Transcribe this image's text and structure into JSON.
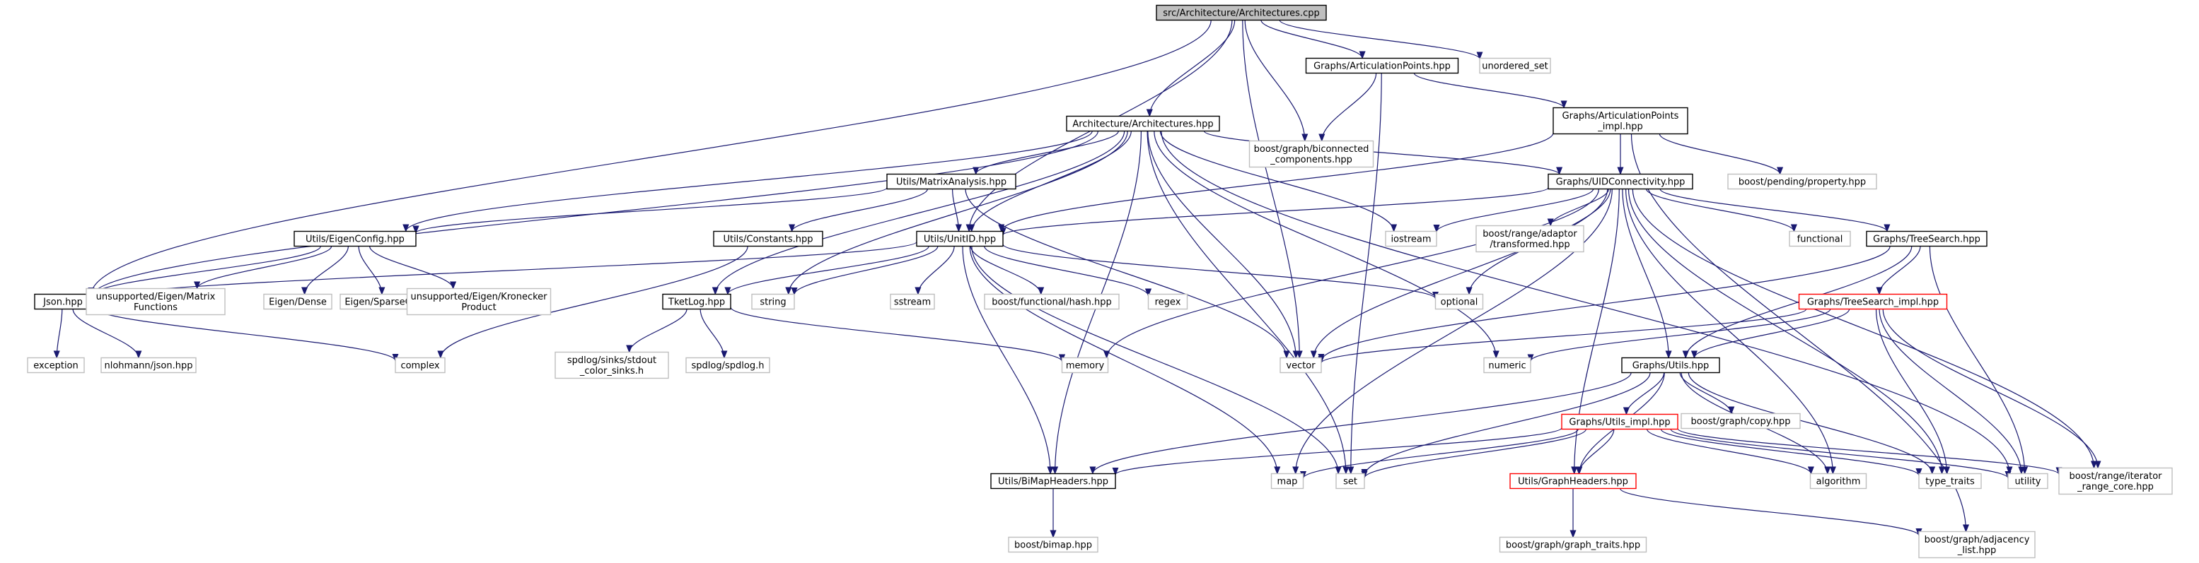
{
  "colors": {
    "edge": "#191970",
    "root_fill": "#bfbfbf",
    "root_border": "#000000",
    "documented_border": "#000000",
    "system_border": "#bfbfbf",
    "truncated_border": "#ff0000",
    "node_fill": "#ffffff",
    "text": "#000000"
  },
  "nodes": [
    {
      "id": "root",
      "lines": [
        "src/Architecture/Architectures.cpp"
      ],
      "kind": "root"
    },
    {
      "id": "articulation_points",
      "lines": [
        "Graphs/ArticulationPoints.hpp"
      ],
      "kind": "documented"
    },
    {
      "id": "unordered_set",
      "lines": [
        "unordered_set"
      ],
      "kind": "system"
    },
    {
      "id": "biconnected",
      "lines": [
        "boost/graph/biconnected",
        "_components.hpp"
      ],
      "kind": "system"
    },
    {
      "id": "architectures_hpp",
      "lines": [
        "Architecture/Architectures.hpp"
      ],
      "kind": "documented"
    },
    {
      "id": "ap_impl",
      "lines": [
        "Graphs/ArticulationPoints",
        "_impl.hpp"
      ],
      "kind": "documented"
    },
    {
      "id": "pending_property",
      "lines": [
        "boost/pending/property.hpp"
      ],
      "kind": "system"
    },
    {
      "id": "matrix_analysis",
      "lines": [
        "Utils/MatrixAnalysis.hpp"
      ],
      "kind": "documented"
    },
    {
      "id": "uid_connectivity",
      "lines": [
        "Graphs/UIDConnectivity.hpp"
      ],
      "kind": "documented"
    },
    {
      "id": "eigen_config",
      "lines": [
        "Utils/EigenConfig.hpp"
      ],
      "kind": "documented"
    },
    {
      "id": "constants",
      "lines": [
        "Utils/Constants.hpp"
      ],
      "kind": "documented"
    },
    {
      "id": "unit_id",
      "lines": [
        "Utils/UnitID.hpp"
      ],
      "kind": "documented"
    },
    {
      "id": "iostream",
      "lines": [
        "iostream"
      ],
      "kind": "system"
    },
    {
      "id": "range_transformed",
      "lines": [
        "boost/range/adaptor",
        "/transformed.hpp"
      ],
      "kind": "system"
    },
    {
      "id": "functional",
      "lines": [
        "functional"
      ],
      "kind": "system"
    },
    {
      "id": "tree_search",
      "lines": [
        "Graphs/TreeSearch.hpp"
      ],
      "kind": "documented"
    },
    {
      "id": "json",
      "lines": [
        "Json.hpp"
      ],
      "kind": "documented"
    },
    {
      "id": "eigen_matrix_functions",
      "lines": [
        "unsupported/Eigen/Matrix",
        "Functions"
      ],
      "kind": "system"
    },
    {
      "id": "eigen_dense",
      "lines": [
        "Eigen/Dense"
      ],
      "kind": "system"
    },
    {
      "id": "eigen_sparse",
      "lines": [
        "Eigen/SparseCore"
      ],
      "kind": "system"
    },
    {
      "id": "eigen_kronecker",
      "lines": [
        "unsupported/Eigen/Kronecker",
        "Product"
      ],
      "kind": "system"
    },
    {
      "id": "tketlog",
      "lines": [
        "TketLog.hpp"
      ],
      "kind": "documented"
    },
    {
      "id": "string",
      "lines": [
        "string"
      ],
      "kind": "system"
    },
    {
      "id": "sstream",
      "lines": [
        "sstream"
      ],
      "kind": "system"
    },
    {
      "id": "functional_hash",
      "lines": [
        "boost/functional/hash.hpp"
      ],
      "kind": "system"
    },
    {
      "id": "regex",
      "lines": [
        "regex"
      ],
      "kind": "system"
    },
    {
      "id": "optional",
      "lines": [
        "optional"
      ],
      "kind": "system"
    },
    {
      "id": "tree_search_impl",
      "lines": [
        "Graphs/TreeSearch_impl.hpp"
      ],
      "kind": "truncated"
    },
    {
      "id": "exception",
      "lines": [
        "exception"
      ],
      "kind": "system"
    },
    {
      "id": "nlohmann_json",
      "lines": [
        "nlohmann/json.hpp"
      ],
      "kind": "system"
    },
    {
      "id": "complex",
      "lines": [
        "complex"
      ],
      "kind": "system"
    },
    {
      "id": "spdlog_sinks",
      "lines": [
        "spdlog/sinks/stdout",
        "_color_sinks.h"
      ],
      "kind": "system"
    },
    {
      "id": "spdlog",
      "lines": [
        "spdlog/spdlog.h"
      ],
      "kind": "system"
    },
    {
      "id": "memory",
      "lines": [
        "memory"
      ],
      "kind": "system"
    },
    {
      "id": "vector",
      "lines": [
        "vector"
      ],
      "kind": "system"
    },
    {
      "id": "numeric",
      "lines": [
        "numeric"
      ],
      "kind": "system"
    },
    {
      "id": "graphs_utils",
      "lines": [
        "Graphs/Utils.hpp"
      ],
      "kind": "documented"
    },
    {
      "id": "graph_copy",
      "lines": [
        "boost/graph/copy.hpp"
      ],
      "kind": "system"
    },
    {
      "id": "utils_impl",
      "lines": [
        "Graphs/Utils_impl.hpp"
      ],
      "kind": "truncated"
    },
    {
      "id": "bimap_headers",
      "lines": [
        "Utils/BiMapHeaders.hpp"
      ],
      "kind": "documented"
    },
    {
      "id": "map",
      "lines": [
        "map"
      ],
      "kind": "system"
    },
    {
      "id": "set",
      "lines": [
        "set"
      ],
      "kind": "system"
    },
    {
      "id": "graph_headers",
      "lines": [
        "Utils/GraphHeaders.hpp"
      ],
      "kind": "truncated"
    },
    {
      "id": "algorithm",
      "lines": [
        "algorithm"
      ],
      "kind": "system"
    },
    {
      "id": "type_traits",
      "lines": [
        "type_traits"
      ],
      "kind": "system"
    },
    {
      "id": "utility",
      "lines": [
        "utility"
      ],
      "kind": "system"
    },
    {
      "id": "iterator_range_core",
      "lines": [
        "boost/range/iterator",
        "_range_core.hpp"
      ],
      "kind": "system"
    },
    {
      "id": "bimap",
      "lines": [
        "boost/bimap.hpp"
      ],
      "kind": "system"
    },
    {
      "id": "graph_traits",
      "lines": [
        "boost/graph/graph_traits.hpp"
      ],
      "kind": "system"
    },
    {
      "id": "adjacency_list",
      "lines": [
        "boost/graph/adjacency",
        "_list.hpp"
      ],
      "kind": "system"
    }
  ],
  "edges": [
    [
      "root",
      "json"
    ],
    [
      "root",
      "architectures_hpp"
    ],
    [
      "root",
      "unit_id"
    ],
    [
      "root",
      "biconnected"
    ],
    [
      "root",
      "vector"
    ],
    [
      "root",
      "articulation_points"
    ],
    [
      "root",
      "unordered_set"
    ],
    [
      "articulation_points",
      "biconnected"
    ],
    [
      "articulation_points",
      "ap_impl"
    ],
    [
      "articulation_points",
      "set"
    ],
    [
      "ap_impl",
      "uid_connectivity"
    ],
    [
      "ap_impl",
      "unit_id"
    ],
    [
      "ap_impl",
      "pending_property"
    ],
    [
      "ap_impl",
      "adjacency_list"
    ],
    [
      "architectures_hpp",
      "eigen_config"
    ],
    [
      "architectures_hpp",
      "json"
    ],
    [
      "architectures_hpp",
      "matrix_analysis"
    ],
    [
      "architectures_hpp",
      "unit_id"
    ],
    [
      "architectures_hpp",
      "tketlog"
    ],
    [
      "architectures_hpp",
      "string"
    ],
    [
      "architectures_hpp",
      "bimap_headers"
    ],
    [
      "architectures_hpp",
      "uid_connectivity"
    ],
    [
      "architectures_hpp",
      "iostream"
    ],
    [
      "architectures_hpp",
      "vector"
    ],
    [
      "architectures_hpp",
      "numeric"
    ],
    [
      "architectures_hpp",
      "set"
    ],
    [
      "architectures_hpp",
      "utility"
    ],
    [
      "matrix_analysis",
      "eigen_config"
    ],
    [
      "matrix_analysis",
      "constants"
    ],
    [
      "matrix_analysis",
      "unit_id"
    ],
    [
      "matrix_analysis",
      "vector"
    ],
    [
      "constants",
      "complex"
    ],
    [
      "eigen_config",
      "json"
    ],
    [
      "eigen_config",
      "eigen_matrix_functions"
    ],
    [
      "eigen_config",
      "eigen_dense"
    ],
    [
      "eigen_config",
      "eigen_sparse"
    ],
    [
      "eigen_config",
      "eigen_kronecker"
    ],
    [
      "unit_id",
      "json"
    ],
    [
      "unit_id",
      "tketlog"
    ],
    [
      "unit_id",
      "string"
    ],
    [
      "unit_id",
      "sstream"
    ],
    [
      "unit_id",
      "functional_hash"
    ],
    [
      "unit_id",
      "regex"
    ],
    [
      "unit_id",
      "optional"
    ],
    [
      "unit_id",
      "bimap_headers"
    ],
    [
      "unit_id",
      "map"
    ],
    [
      "unit_id",
      "set"
    ],
    [
      "json",
      "exception"
    ],
    [
      "json",
      "nlohmann_json"
    ],
    [
      "json",
      "complex"
    ],
    [
      "tketlog",
      "spdlog_sinks"
    ],
    [
      "tketlog",
      "spdlog"
    ],
    [
      "tketlog",
      "memory"
    ],
    [
      "uid_connectivity",
      "unit_id"
    ],
    [
      "uid_connectivity",
      "iostream"
    ],
    [
      "uid_connectivity",
      "optional"
    ],
    [
      "uid_connectivity",
      "range_transformed"
    ],
    [
      "uid_connectivity",
      "functional"
    ],
    [
      "uid_connectivity",
      "tree_search"
    ],
    [
      "uid_connectivity",
      "memory"
    ],
    [
      "uid_connectivity",
      "map"
    ],
    [
      "uid_connectivity",
      "graphs_utils"
    ],
    [
      "uid_connectivity",
      "graph_headers"
    ],
    [
      "uid_connectivity",
      "algorithm"
    ],
    [
      "uid_connectivity",
      "type_traits"
    ],
    [
      "uid_connectivity",
      "iterator_range_core"
    ],
    [
      "uid_connectivity",
      "vector"
    ],
    [
      "tree_search",
      "tree_search_impl"
    ],
    [
      "tree_search",
      "graphs_utils"
    ],
    [
      "tree_search",
      "utility"
    ],
    [
      "tree_search",
      "vector"
    ],
    [
      "tree_search_impl",
      "graphs_utils"
    ],
    [
      "tree_search_impl",
      "vector"
    ],
    [
      "tree_search_impl",
      "numeric"
    ],
    [
      "tree_search_impl",
      "type_traits"
    ],
    [
      "tree_search_impl",
      "utility"
    ],
    [
      "tree_search_impl",
      "iterator_range_core"
    ],
    [
      "graphs_utils",
      "utils_impl"
    ],
    [
      "graphs_utils",
      "bimap_headers"
    ],
    [
      "graphs_utils",
      "graph_copy"
    ],
    [
      "graphs_utils",
      "set"
    ],
    [
      "graphs_utils",
      "graph_headers"
    ],
    [
      "graphs_utils",
      "algorithm"
    ],
    [
      "graphs_utils",
      "type_traits"
    ],
    [
      "utils_impl",
      "bimap_headers"
    ],
    [
      "utils_impl",
      "map"
    ],
    [
      "utils_impl",
      "set"
    ],
    [
      "utils_impl",
      "graph_headers"
    ],
    [
      "utils_impl",
      "algorithm"
    ],
    [
      "utils_impl",
      "type_traits"
    ],
    [
      "utils_impl",
      "utility"
    ],
    [
      "utils_impl",
      "iterator_range_core"
    ],
    [
      "bimap_headers",
      "bimap"
    ],
    [
      "graph_headers",
      "graph_traits"
    ],
    [
      "graph_headers",
      "adjacency_list"
    ]
  ]
}
